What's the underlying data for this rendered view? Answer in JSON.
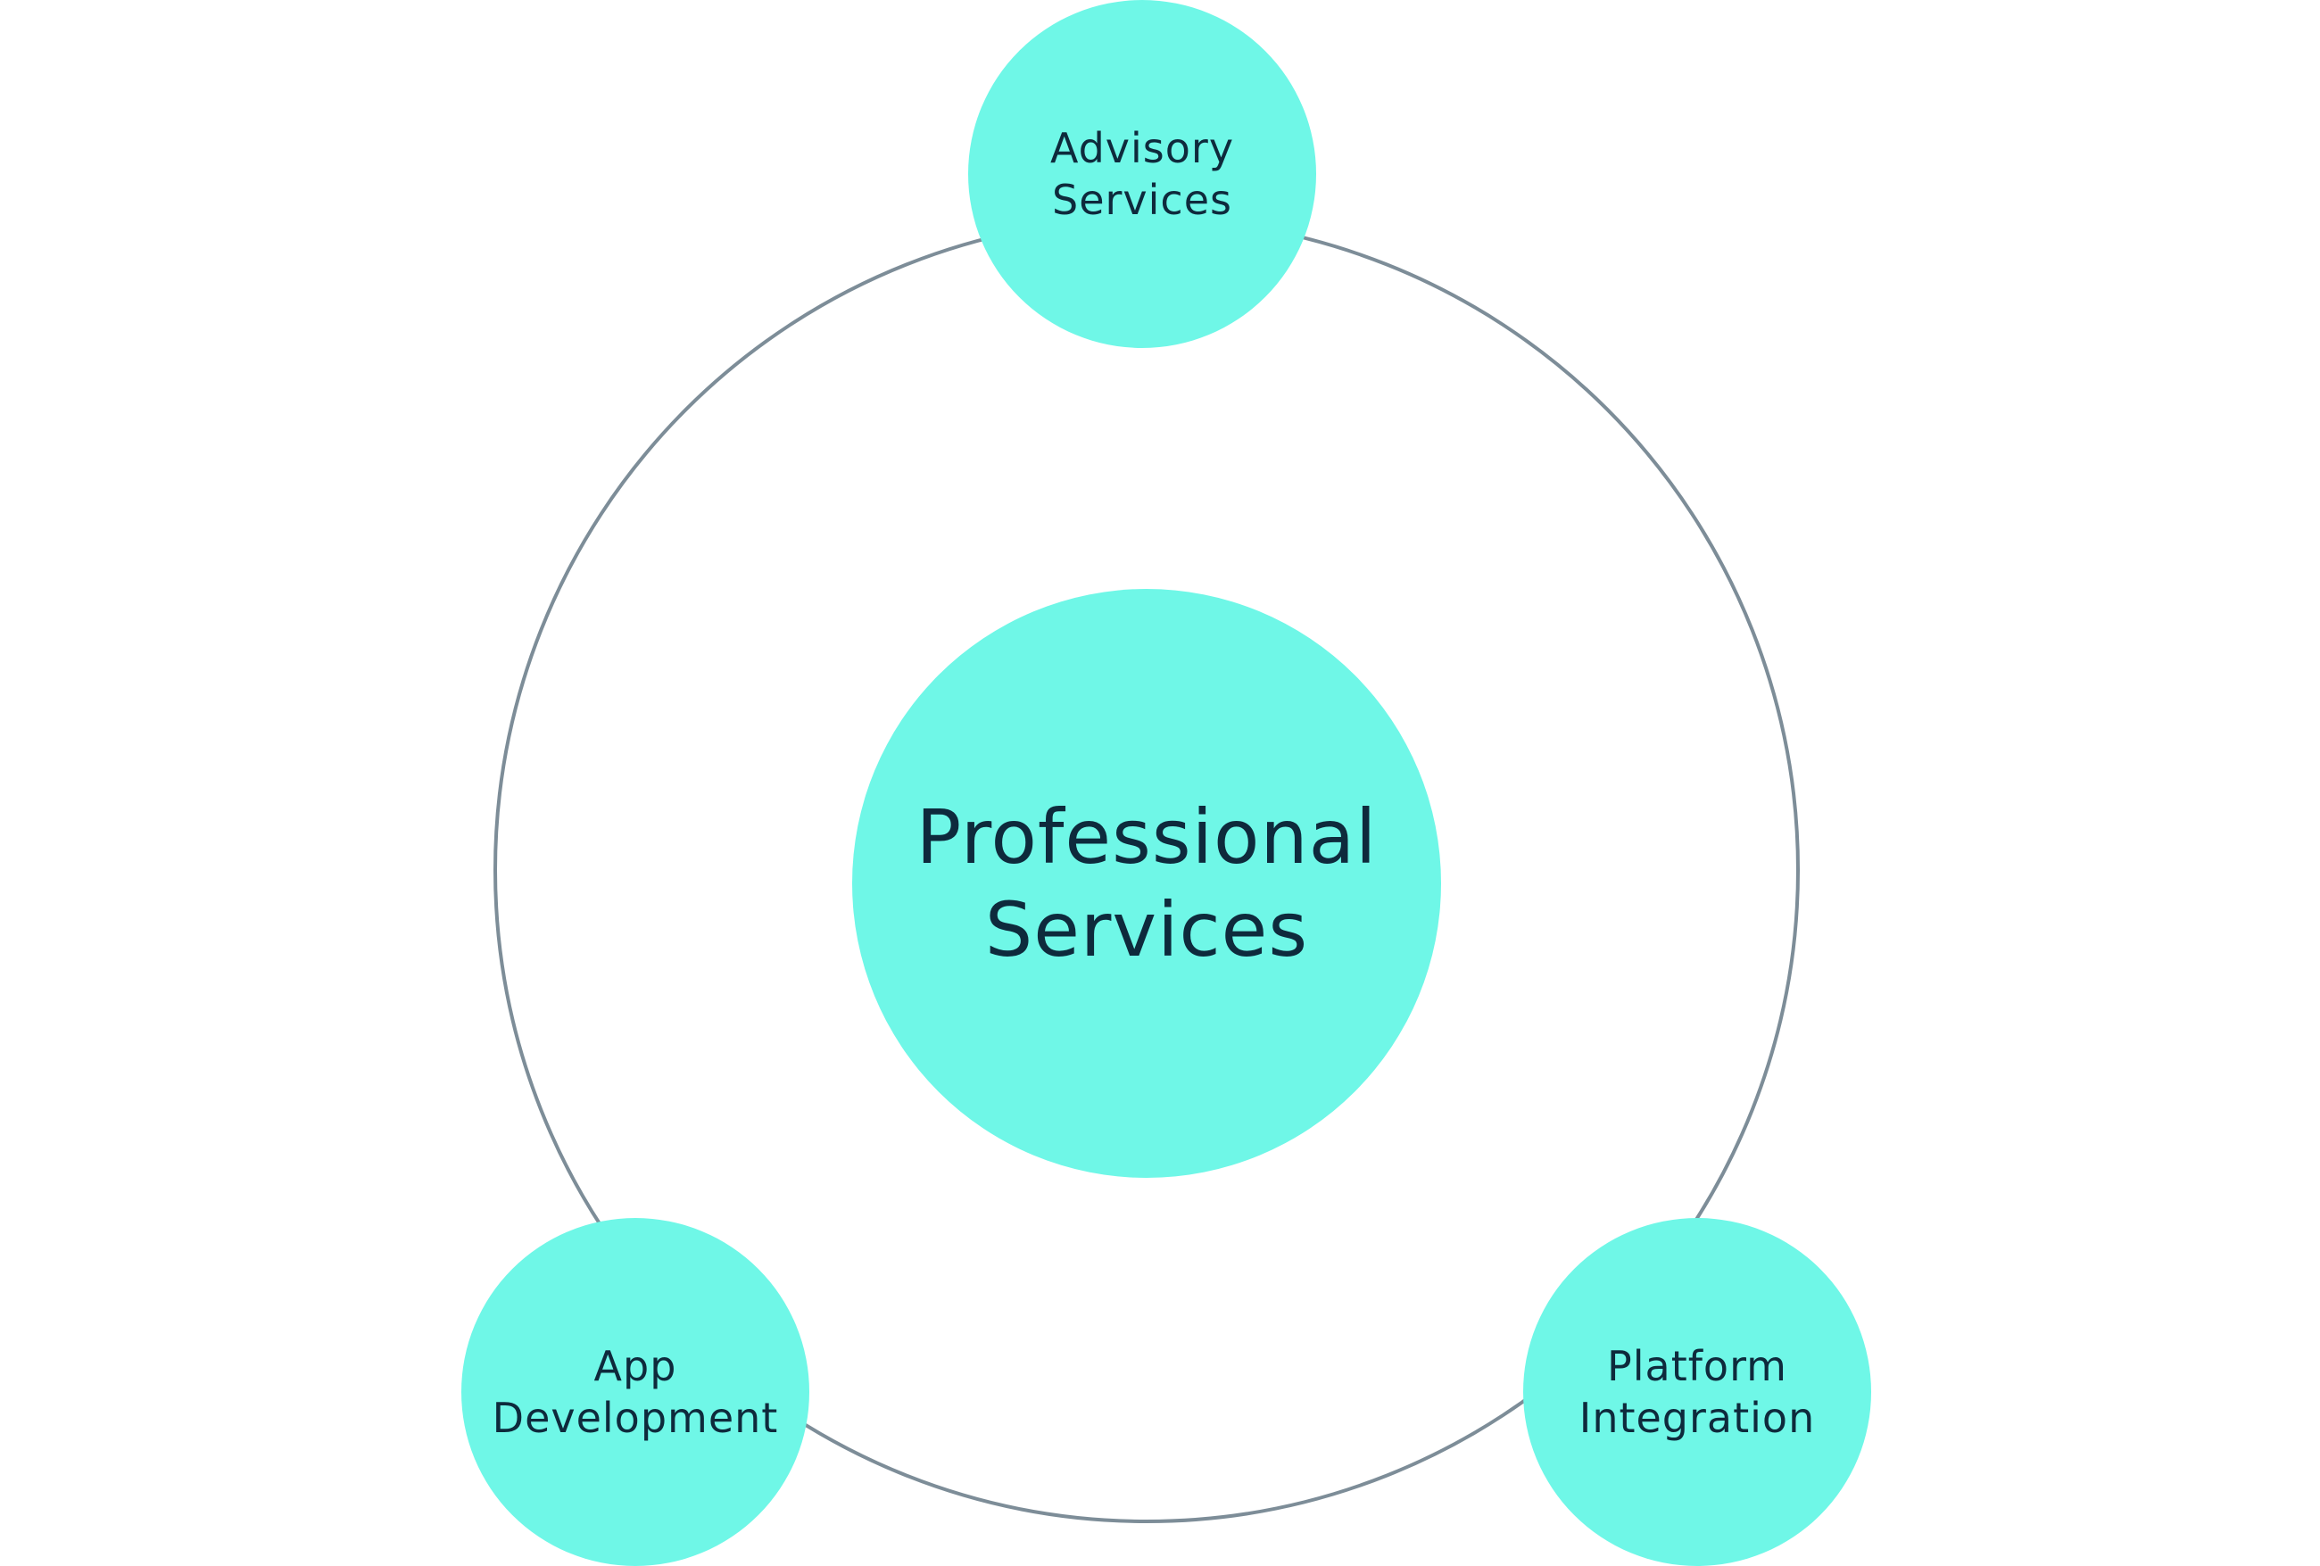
{
  "diagram": {
    "center": {
      "label": "Professional\nServices"
    },
    "nodes": [
      {
        "label": "Advisory\nServices"
      },
      {
        "label": "App\nDevelopment"
      },
      {
        "label": "Platform\nIntegration"
      }
    ]
  },
  "colors": {
    "node_fill": "#6ff7e7",
    "ring_stroke": "#7d8d98",
    "text": "#0e2a3c",
    "background": "#ffffff"
  }
}
